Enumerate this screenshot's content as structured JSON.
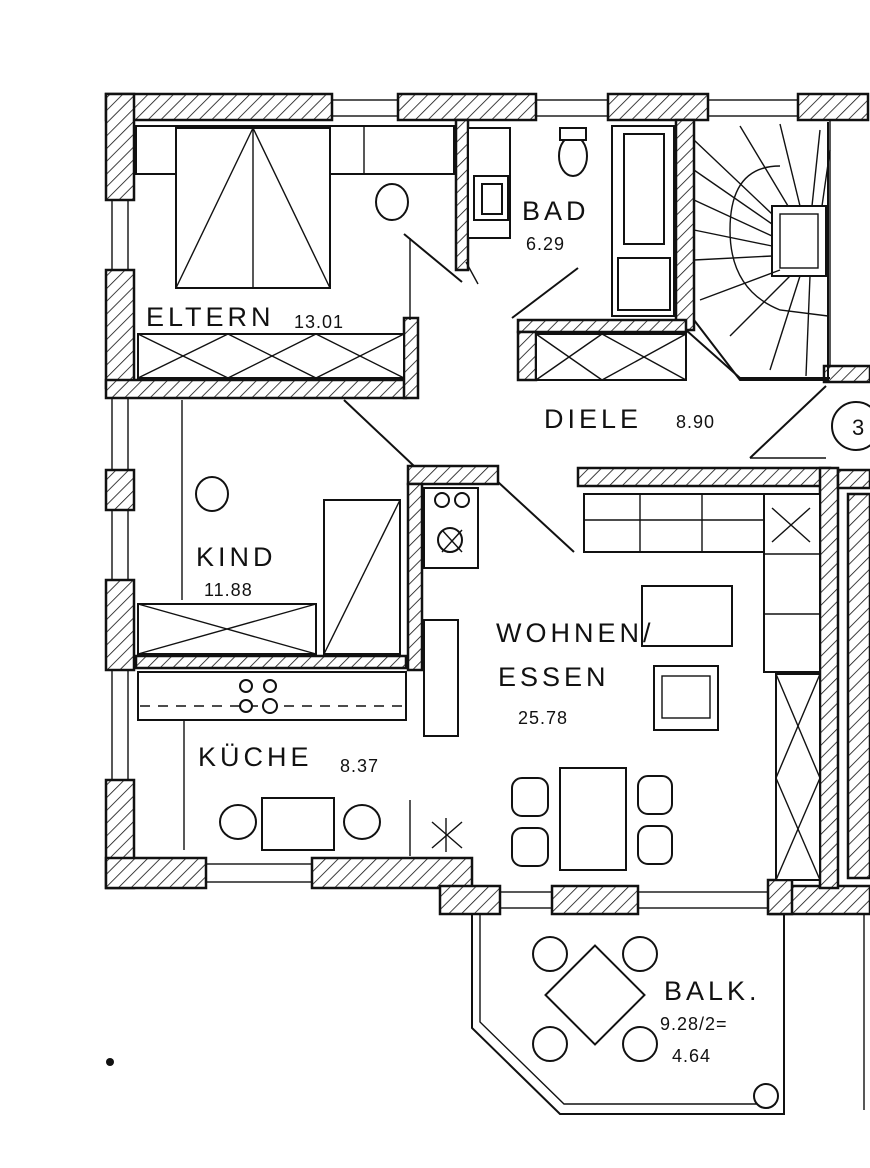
{
  "rooms": {
    "eltern": {
      "name": "ELTERN",
      "area": "13.01"
    },
    "bad": {
      "name": "BAD",
      "area": "6.29"
    },
    "diele": {
      "name": "DIELE",
      "area": "8.90"
    },
    "kind": {
      "name": "KIND",
      "area": "11.88"
    },
    "wohnen": {
      "name_line1": "WOHNEN/",
      "name_line2": "ESSEN",
      "area": "25.78"
    },
    "kueche": {
      "name": "KÜCHE",
      "area": "8.37"
    },
    "balkon": {
      "name": "BALK.",
      "area_formula": "9.28/2=",
      "area": "4.64"
    }
  },
  "stair_badge": "3"
}
